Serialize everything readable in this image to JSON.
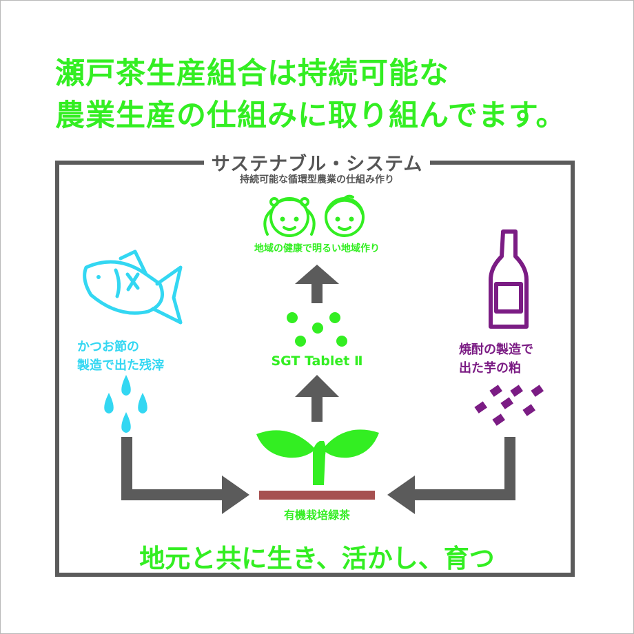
{
  "headline": {
    "line1": "瀬戸茶生産組合は持続可能な",
    "line2": "農業生産の仕組みに取り組んでます。"
  },
  "system": {
    "title": "サステナブル・システム",
    "subtitle": "持続可能な循環型農業の仕組み作り"
  },
  "community_label": "地域の健康で明るい地域作り",
  "left_label": {
    "line1": "かつお節の",
    "line2": "製造で出た残滓"
  },
  "right_label": {
    "line1": "焼酎の製造で",
    "line2": "出た芋の粕"
  },
  "tablet_label": "SGT Tablet Ⅱ",
  "tea_label": "有機栽培緑茶",
  "slogan": "地元と共に生き、活かし、育つ",
  "colors": {
    "green": "#33ee22",
    "cyan": "#33d7f2",
    "purple": "#7b1c84",
    "gray": "#5b5b5b",
    "soil": "#a65050"
  }
}
